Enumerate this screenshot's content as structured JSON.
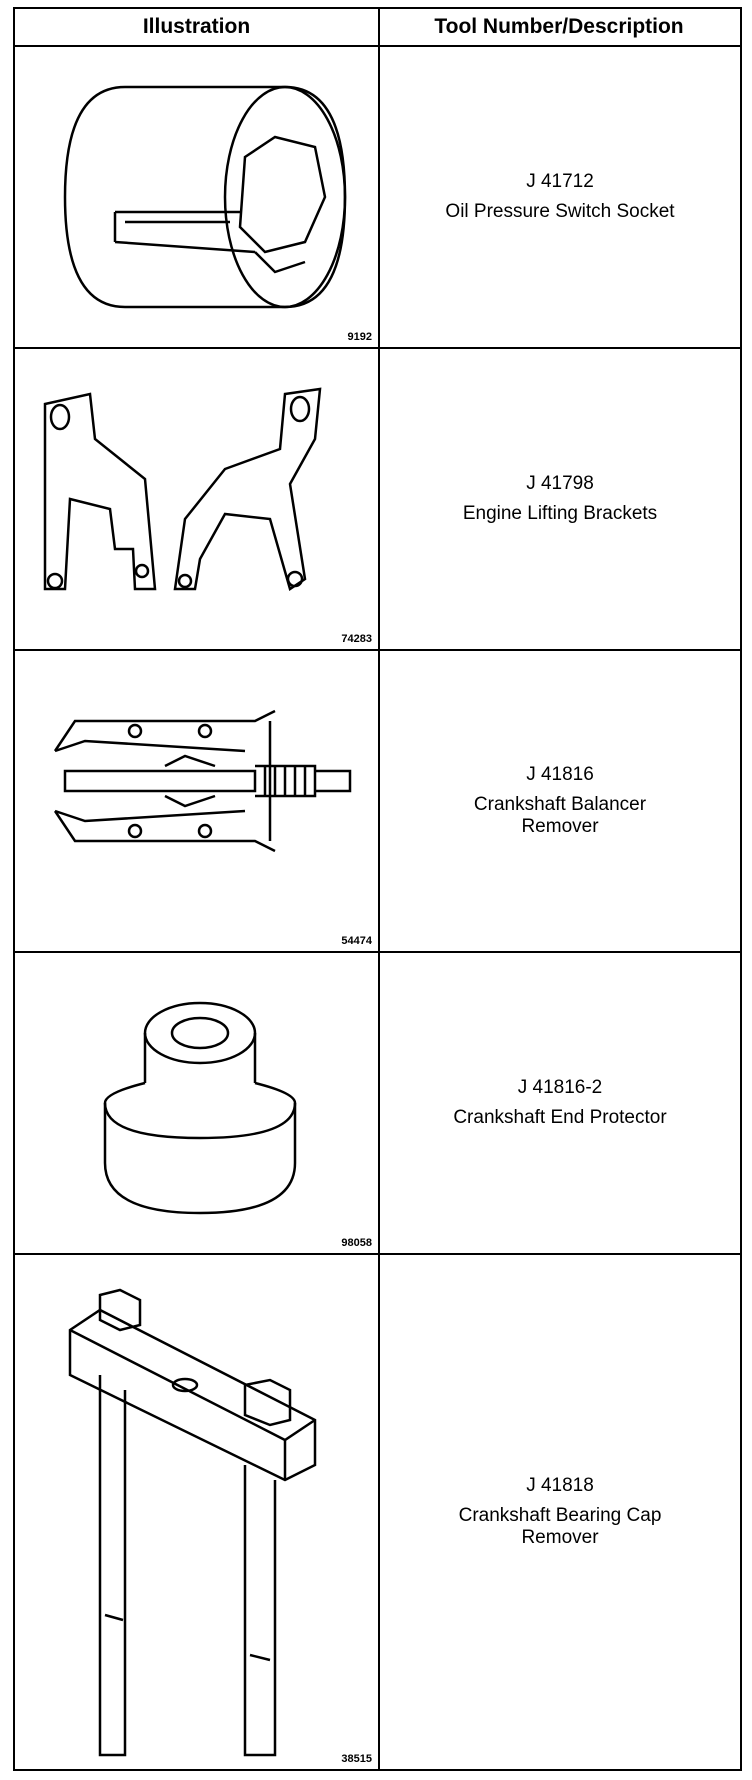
{
  "header": {
    "illustration": "Illustration",
    "tool": "Tool Number/Description"
  },
  "rows": [
    {
      "number": "J 41712",
      "description": "Oil Pressure Switch Socket",
      "figure": "9192",
      "icon": "socket-icon"
    },
    {
      "number": "J 41798",
      "description": "Engine Lifting Brackets",
      "figure": "74283",
      "icon": "lifting-bracket-icon"
    },
    {
      "number": "J 41816",
      "description": "Crankshaft Balancer Remover",
      "figure": "54474",
      "icon": "puller-icon"
    },
    {
      "number": "J 41816-2",
      "description": "Crankshaft End Protector",
      "figure": "98058",
      "icon": "end-protector-icon"
    },
    {
      "number": "J 41818",
      "description": "Crankshaft Bearing Cap Remover",
      "figure": "38515",
      "icon": "bearing-cap-remover-icon"
    }
  ]
}
